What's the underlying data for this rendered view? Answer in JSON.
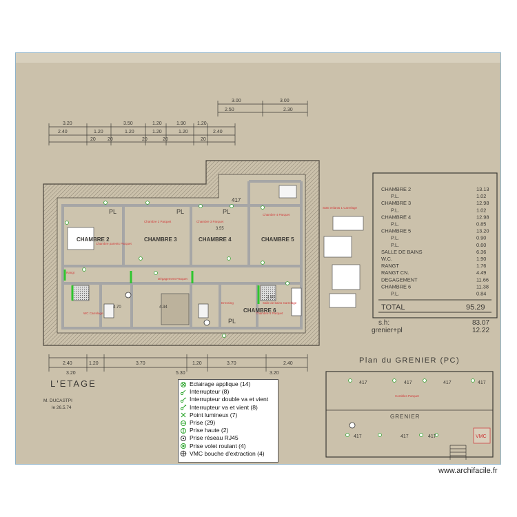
{
  "watermark": "www.archifacile.fr",
  "title_block": {
    "title": "L'ETAGE",
    "author": "M. DUCASTPI",
    "date": "le 26.5.74"
  },
  "attic_title": "Plan du GRENIER (PC)",
  "dimensions": {
    "top_row1": [
      "3.00",
      "3.00"
    ],
    "top_row2": [
      "2.50",
      "2.30"
    ],
    "top_row3": [
      "3.20",
      "3.50",
      "1.20",
      "1.90",
      "1.20"
    ],
    "top_row4": [
      "2.40",
      "1.20",
      "1.20",
      "1.20",
      "1.20",
      "2.40"
    ],
    "top_row5": [
      "20",
      "20",
      "20",
      "20",
      "20"
    ],
    "bottom_row1": [
      "2.40",
      "1.20",
      "3.70",
      "1.20",
      "3.70",
      "2.40"
    ],
    "bottom_row2": [
      "3.20",
      "5.30",
      "3.20"
    ]
  },
  "rooms": {
    "chambre2": "CHAMBRE 2",
    "chambre3": "CHAMBRE 3",
    "chambre4": "CHAMBRE 4",
    "chambre5": "CHAMBRE 5",
    "chambre6": "CHAMBRE 6",
    "pl": "PL",
    "grenier": "GRENIER",
    "vmc": "VMC"
  },
  "plan_marks": {
    "d417": "417",
    "d355": "3.55",
    "d434": "4.34",
    "d470": "4.70",
    "d290": "2.90"
  },
  "red_notes": {
    "c2_note": "Chambre parents Parquet",
    "c3_note": "Chambre 2 Parquet",
    "c4_note": "Chambre 3 Parquet",
    "c5_note": "Chambre 4 Parquet",
    "ch6_note": "Chambre 5 Parquet",
    "sdb_note": "SDE enfants 1 Carrelage",
    "deg_note": "Dégagement Parquet",
    "wc_note": "WC Carrelage",
    "bath_note": "Salle de bains Carrelage",
    "attic_note": "Combles Parquet",
    "rangt_note": "Rangt",
    "dressing_note": "Dressing"
  },
  "area_table": {
    "rows": [
      {
        "label": "CHAMBRE 2",
        "value": "13.13"
      },
      {
        "label": "P.L.",
        "value": "1.02"
      },
      {
        "label": "CHAMBRE 3",
        "value": "12.98"
      },
      {
        "label": "P.L.",
        "value": "1.02"
      },
      {
        "label": "CHAMBRE 4",
        "value": "12.98"
      },
      {
        "label": "P.L.",
        "value": "0.85"
      },
      {
        "label": "CHAMBRE 5",
        "value": "13.20"
      },
      {
        "label": "P.L.",
        "value": "0.90"
      },
      {
        "label": "P.L.",
        "value": "0.60"
      },
      {
        "label": "SALLE DE BAINS",
        "value": "6.36"
      },
      {
        "label": "W.C.",
        "value": "1.90"
      },
      {
        "label": "RANGT",
        "value": "1.76"
      },
      {
        "label": "RANGT CN.",
        "value": "4.49"
      },
      {
        "label": "DEGAGEMENT",
        "value": "11.66"
      },
      {
        "label": "CHAMBRE 6",
        "value": "11.38"
      },
      {
        "label": "P.L.",
        "value": "0.84"
      }
    ],
    "total_label": "TOTAL",
    "total_value": "95.29",
    "sh_label": "s.h:",
    "sh_value": "83.07",
    "grenier_label": "grenier+pl",
    "grenier_value": "12.22"
  },
  "legend": [
    {
      "icon": "wall-light-icon",
      "label": "Eclairage applique (14)"
    },
    {
      "icon": "switch-icon",
      "label": "Interrupteur (8)"
    },
    {
      "icon": "double-switch-icon",
      "label": "Interrupteur double va et vient"
    },
    {
      "icon": "two-way-switch-icon",
      "label": "Interrupteur va et vient (8)"
    },
    {
      "icon": "ceiling-light-icon",
      "label": "Point lumineux (7)"
    },
    {
      "icon": "socket-icon",
      "label": "Prise (29)"
    },
    {
      "icon": "high-socket-icon",
      "label": "Prise haute (2)"
    },
    {
      "icon": "network-socket-icon",
      "label": "Prise réseau RJ45"
    },
    {
      "icon": "shutter-socket-icon",
      "label": "Prise volet roulant (4)"
    },
    {
      "icon": "vmc-icon",
      "label": "VMC bouche d'extraction (4)"
    }
  ],
  "colors": {
    "paper": "#cfc6b1",
    "paper_dark": "#bdb29a",
    "wall_overlay": "#a9a9a9",
    "green": "#2fc52f",
    "red_text": "#d23a3a",
    "ink": "#3c3a36"
  }
}
